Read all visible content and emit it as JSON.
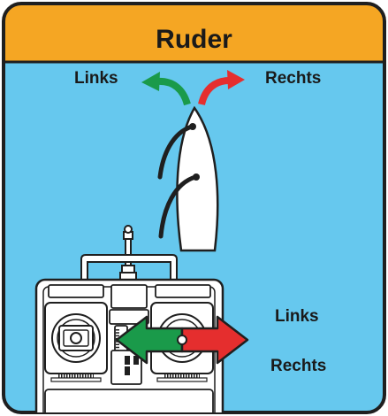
{
  "title": "Ruder",
  "top_labels": {
    "left": "Links",
    "right": "Rechts"
  },
  "side_labels": {
    "first": "Links",
    "second": "Rechts"
  },
  "colors": {
    "header": "#f5a623",
    "water": "#66c8ee",
    "frame": "#1f1f1f",
    "arrow_left": "#1a9a4a",
    "arrow_right": "#e52e2e",
    "boat": "#ffffff",
    "transmitter": "#ffffff"
  },
  "icons": {
    "boat": "boat-hull-icon",
    "transmitter": "rc-transmitter-icon",
    "stick": "control-stick-icon"
  }
}
